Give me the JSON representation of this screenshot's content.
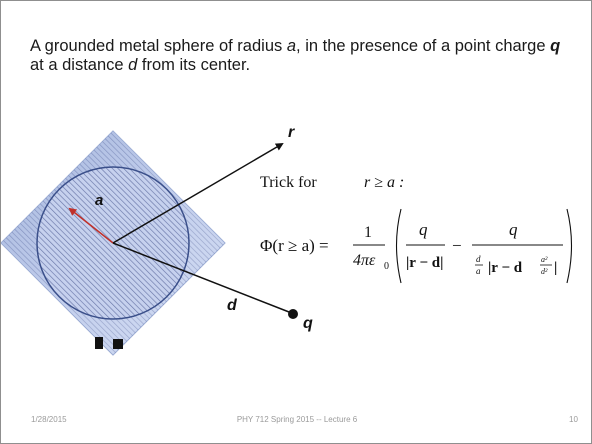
{
  "slide": {
    "title": {
      "t1": "A grounded metal sphere of radius ",
      "a": "a",
      "t2": ", in the presence of a point charge ",
      "q": "q",
      "t3": " at a distance ",
      "d": "d",
      "t4": " from its center."
    },
    "diagram": {
      "label_r": "r",
      "label_a": "a",
      "label_d": "d",
      "label_q": "q"
    },
    "formula": {
      "trick": "Trick for ",
      "condition": "r ≥ a :",
      "phi": "Φ(r ≥ a) =",
      "one": "1",
      "four_pi_eps": "4πε",
      "eps_sub": "0",
      "q_num1": "q",
      "r_minus_d": "|r − d|",
      "minus": "−",
      "q_num2": "q",
      "d_over_a_num": "d",
      "d_over_a_den": "a",
      "r_minus": "|r − d",
      "a2": "a²",
      "d2": "d²",
      "bar_close": "|"
    },
    "footer": {
      "date": "1/28/2015",
      "center": "PHY 712  Spring 2015 -- Lecture 6",
      "page": "10"
    },
    "colors": {
      "square_fill": "#b9c9ea",
      "circle_stroke": "#3a4f8a",
      "radius_arrow": "#c0302a"
    }
  }
}
